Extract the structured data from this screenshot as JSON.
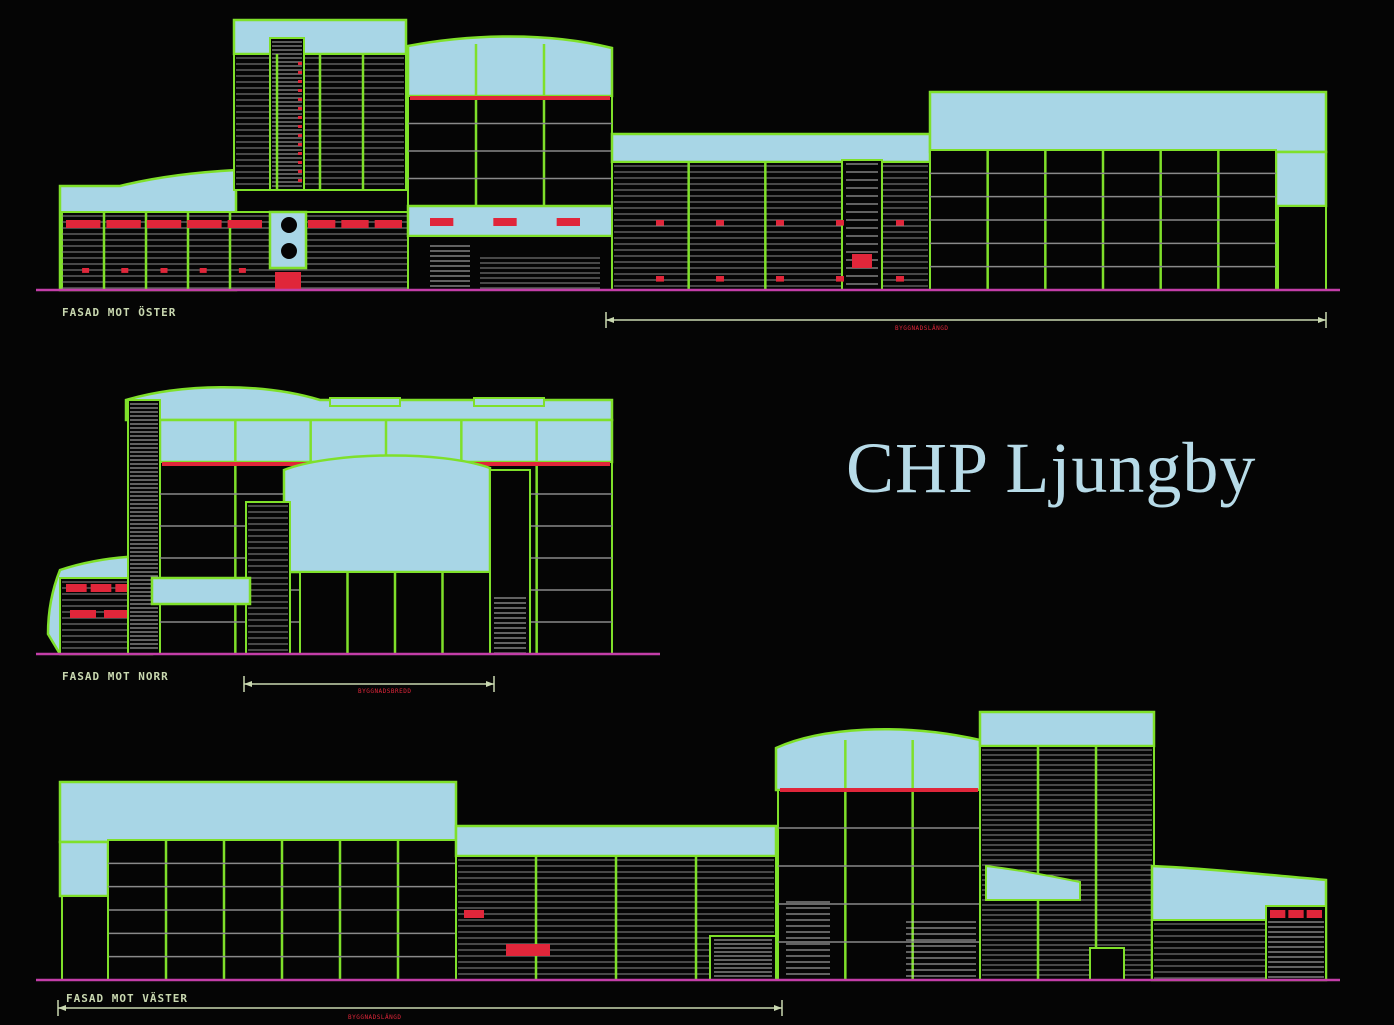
{
  "title": "CHP Ljungby",
  "elevations": [
    {
      "label": "FASAD MOT ÖSTER",
      "dimension": "BYGGNADSLÄNGD"
    },
    {
      "label": "FASAD MOT NORR",
      "dimension": "BYGGNADSBREDD"
    },
    {
      "label": "FASAD MOT VÄSTER",
      "dimension": "BYGGNADSLÄNGD"
    }
  ],
  "colors": {
    "background": "#050505",
    "wall_fill": "#a8d6e6",
    "outline": "#7fe02a",
    "hatch": "#8a8a8a",
    "openings": "#e0263a",
    "ground": "#c33ea8",
    "title": "#b7dbe8"
  }
}
